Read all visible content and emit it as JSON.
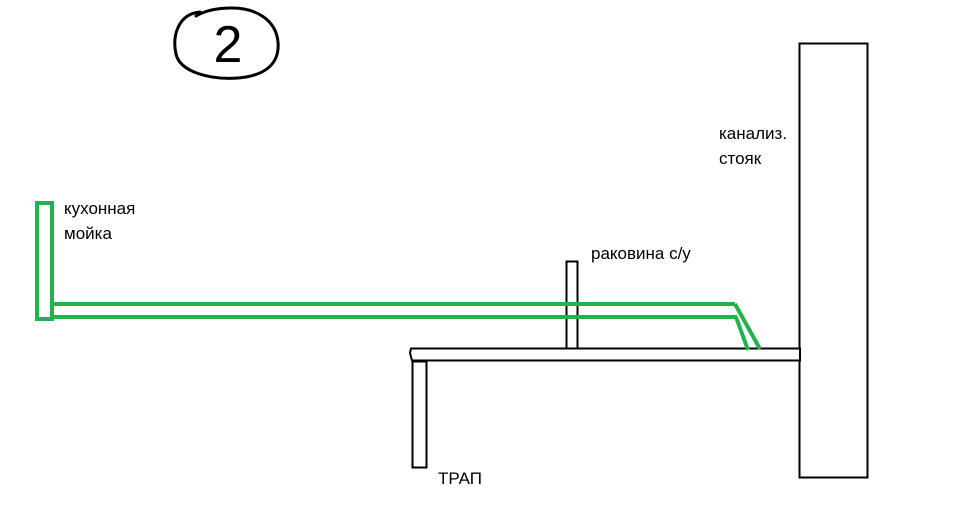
{
  "colors": {
    "background": "#ffffff",
    "outline": "#000000",
    "green_pipe": "#22b14c"
  },
  "badge": {
    "number": "2"
  },
  "labels": {
    "kitchen_sink": [
      "кухонная",
      "мойка"
    ],
    "bathroom_sink": "раковина с/у",
    "riser": [
      "канализ.",
      "стояк"
    ],
    "drain": "ТРАП"
  }
}
